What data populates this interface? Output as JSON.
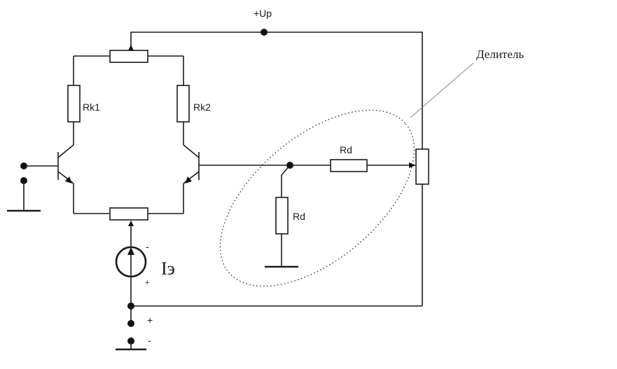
{
  "labels": {
    "supply": "+Up",
    "rk1": "Rk1",
    "rk2": "Rk2",
    "rd_series": "Rd",
    "rd_shunt": "Rd",
    "divider": "Делитель",
    "current_source": "Iэ",
    "source_minus": "-",
    "source_plus": "+",
    "out_plus": "+",
    "out_minus": "-"
  }
}
